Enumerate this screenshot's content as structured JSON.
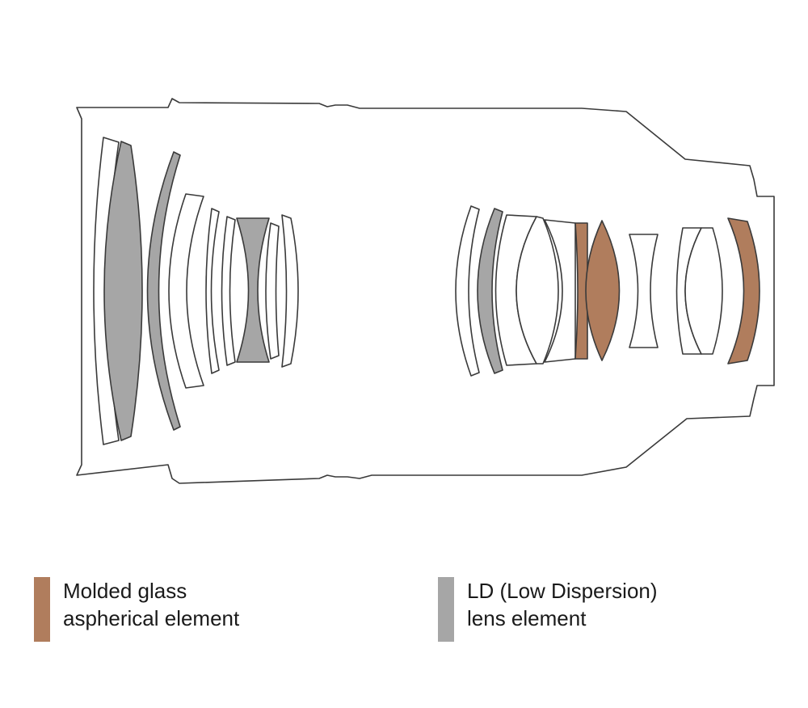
{
  "legend": {
    "molded": {
      "line1": "Molded glass",
      "line2": "aspherical element",
      "color": "#b07d5d"
    },
    "ld": {
      "line1": "LD (Low Dispersion)",
      "line2": "lens element",
      "color": "#a6a6a6"
    }
  },
  "colors": {
    "outline": "#3a3a3a",
    "plain_glass": "#ffffff"
  }
}
